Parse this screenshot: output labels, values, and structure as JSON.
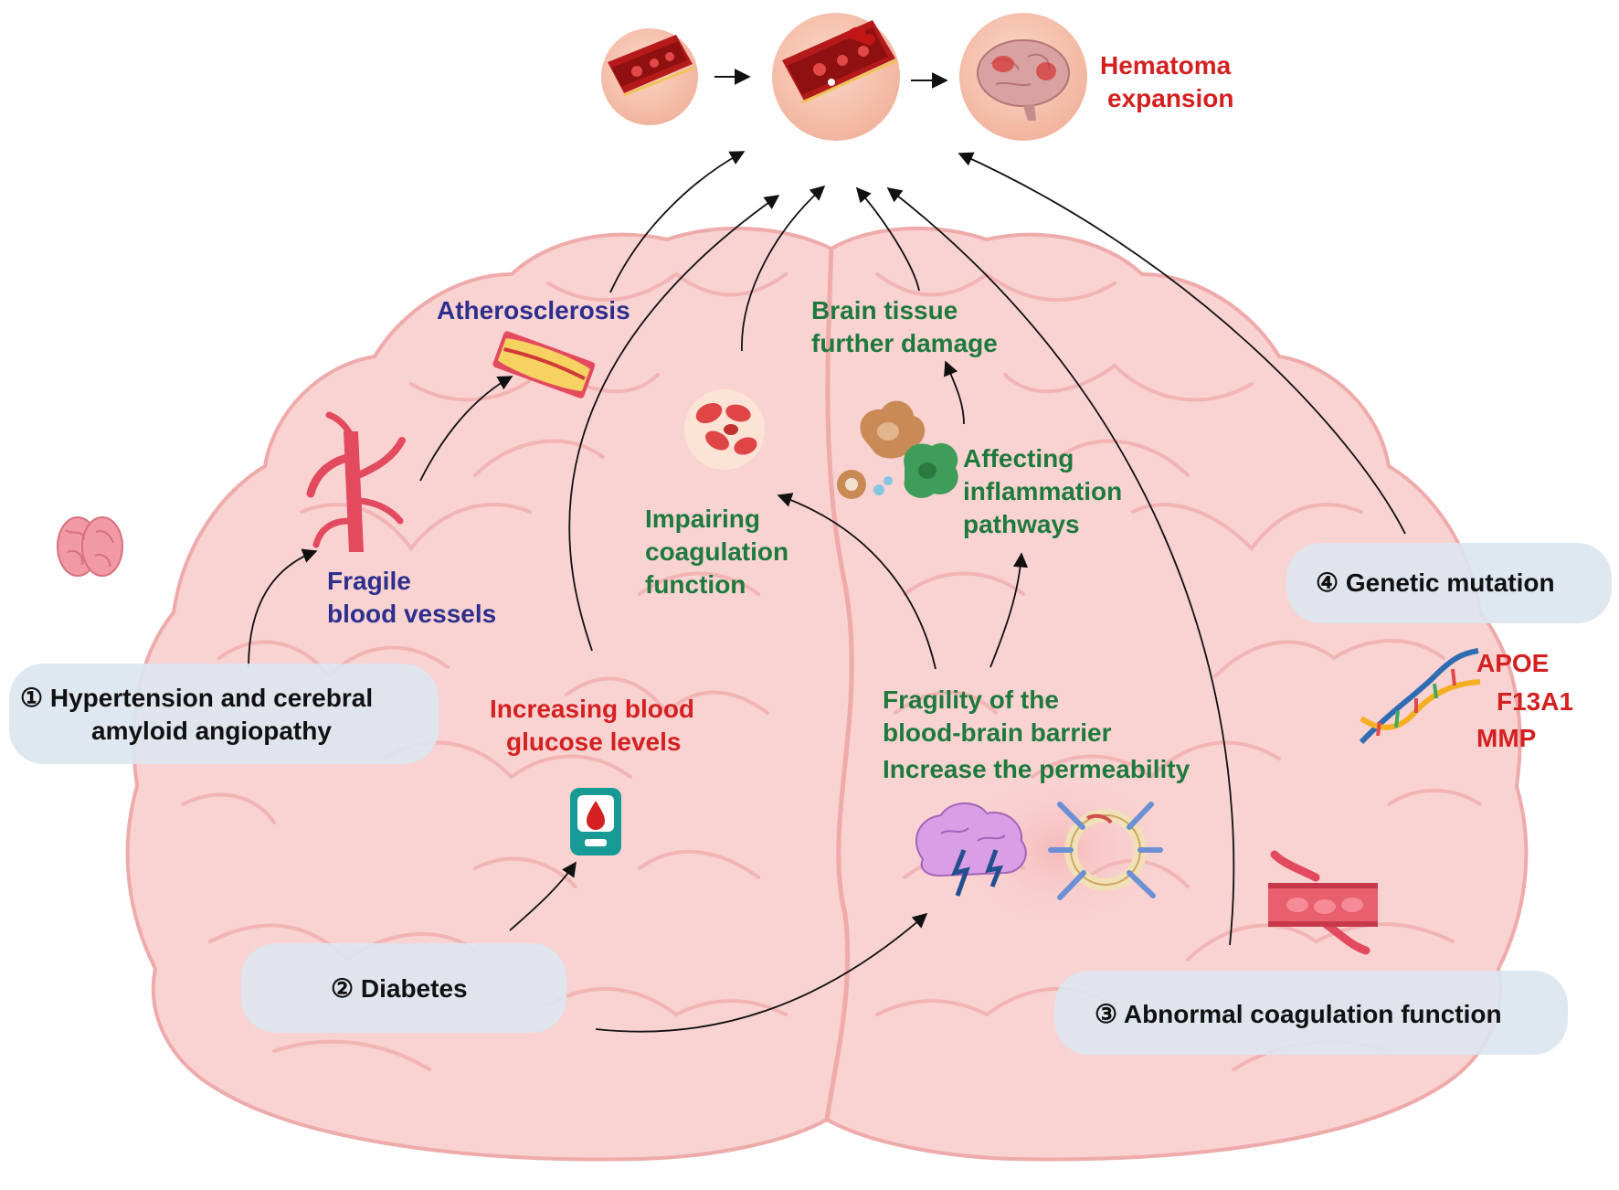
{
  "colors": {
    "brain_fill": "#f9d2d2",
    "brain_stroke": "#f0a8a8",
    "pill_fill": "#dce5ef",
    "blue_label": "#2d2f8c",
    "green_label": "#1e7a3c",
    "red_label": "#d42020",
    "arrow": "#111111"
  },
  "outcome": {
    "line1": "Hematoma",
    "line2": "expansion"
  },
  "factors": {
    "hypertension": {
      "line1": "① Hypertension and cerebral",
      "line2": "amyloid angiopathy"
    },
    "diabetes": {
      "label": "② Diabetes"
    },
    "coagulation": {
      "label": "③ Abnormal coagulation function"
    },
    "genetic": {
      "label": "④ Genetic mutation"
    }
  },
  "mechanisms": {
    "fragile_vessels": {
      "line1": "Fragile",
      "line2": "blood vessels"
    },
    "atherosclerosis": {
      "label": "Atherosclerosis"
    },
    "glucose": {
      "line1": "Increasing blood",
      "line2": "glucose levels"
    },
    "impairing_coagulation": {
      "line1": "Impairing",
      "line2": "coagulation",
      "line3": "function"
    },
    "brain_damage": {
      "line1": "Brain tissue",
      "line2": "further damage"
    },
    "inflammation": {
      "line1": "Affecting",
      "line2": "inflammation",
      "line3": "pathways"
    },
    "bbb": {
      "line1": "Fragility of the",
      "line2": "blood-brain barrier",
      "line3": "Increase the permeability"
    }
  },
  "genes": [
    "APOE",
    "F13A1",
    "MMP"
  ],
  "icons": [
    "vessel-rupture-icon",
    "vessel-bleeding-icon",
    "hemorrhagic-brain-icon",
    "brain-top-icon",
    "artery-icon",
    "plaque-artery-icon",
    "red-blood-cells-icon",
    "glucose-meter-icon",
    "immune-cells-icon",
    "brain-lightning-icon",
    "blood-brain-barrier-icon",
    "dna-helix-icon",
    "blood-vessel-icon"
  ]
}
